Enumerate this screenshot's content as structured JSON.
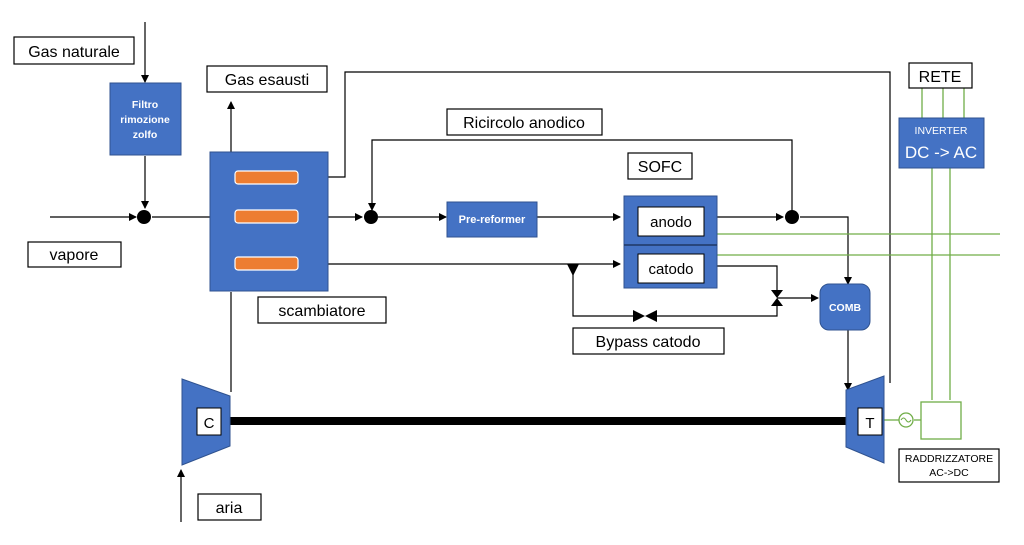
{
  "labels": {
    "gas_naturale": "Gas naturale",
    "gas_esausti": "Gas esausti",
    "vapore": "vapore",
    "ricircolo": "Ricircolo anodico",
    "sofc": "SOFC",
    "scambiatore": "scambiatore",
    "bypass": "Bypass catodo",
    "aria": "aria",
    "rete": "RETE"
  },
  "blocks": {
    "filtro": [
      "Filtro",
      "rimozione",
      "zolfo"
    ],
    "prereformer": "Pre-reformer",
    "anodo": "anodo",
    "catodo": "catodo",
    "comb": "COMB",
    "compressor": "C",
    "turbine": "T",
    "inverter_top": "INVERTER",
    "inverter_bottom": "DC -> AC",
    "raddrizzatore_top": "RADDRIZZATORE",
    "raddrizzatore_bottom": "AC->DC"
  },
  "colors": {
    "block_fill": "#4472C4",
    "block_stroke": "#2F528F",
    "heat_element": "#ED7D31",
    "electric_line": "#70AD47",
    "line": "#000000"
  }
}
